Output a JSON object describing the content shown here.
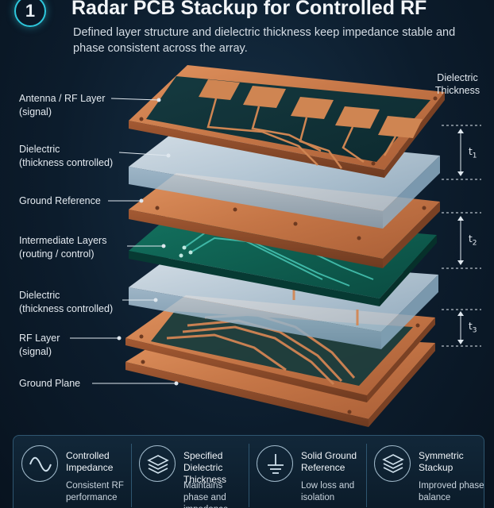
{
  "header": {
    "badge": "1",
    "title": "Radar PCB Stackup for Controlled RF",
    "subtitle": "Defined layer structure and dielectric thickness keep impedance stable and phase consistent across the array."
  },
  "layers": [
    {
      "line1": "Antenna / RF Layer",
      "line2": "(signal)"
    },
    {
      "line1": "Dielectric",
      "line2": "(thickness controlled)"
    },
    {
      "line1": "Ground Reference",
      "line2": ""
    },
    {
      "line1": "Intermediate Layers",
      "line2": "(routing / control)"
    },
    {
      "line1": "Dielectric",
      "line2": "(thickness controlled)"
    },
    {
      "line1": "RF Layer",
      "line2": "(signal)"
    },
    {
      "line1": "Ground Plane",
      "line2": ""
    }
  ],
  "dielectric": {
    "heading": "Dielectric Thickness",
    "t_labels": [
      {
        "base": "t",
        "sub": "1"
      },
      {
        "base": "t",
        "sub": "2"
      },
      {
        "base": "t",
        "sub": "3"
      }
    ]
  },
  "features": [
    {
      "icon": "sine-wave-icon",
      "name": "Controlled Impedance",
      "desc": "Consistent RF performance"
    },
    {
      "icon": "layers-icon",
      "name": "Specified Dielectric Thickness",
      "desc": "Maintains phase and impedance"
    },
    {
      "icon": "ground-symbol-icon",
      "name": "Solid Ground Reference",
      "desc": "Low loss and isolation"
    },
    {
      "icon": "stack-icon",
      "name": "Symmetric Stackup",
      "desc": "Improved phase balance"
    }
  ],
  "colors": {
    "accent": "#2ec7dc",
    "copper": "#c9794e",
    "pcb_green": "#0e5a4e",
    "dielectric": "#c8dbe8",
    "background": "#0c1c2c"
  }
}
